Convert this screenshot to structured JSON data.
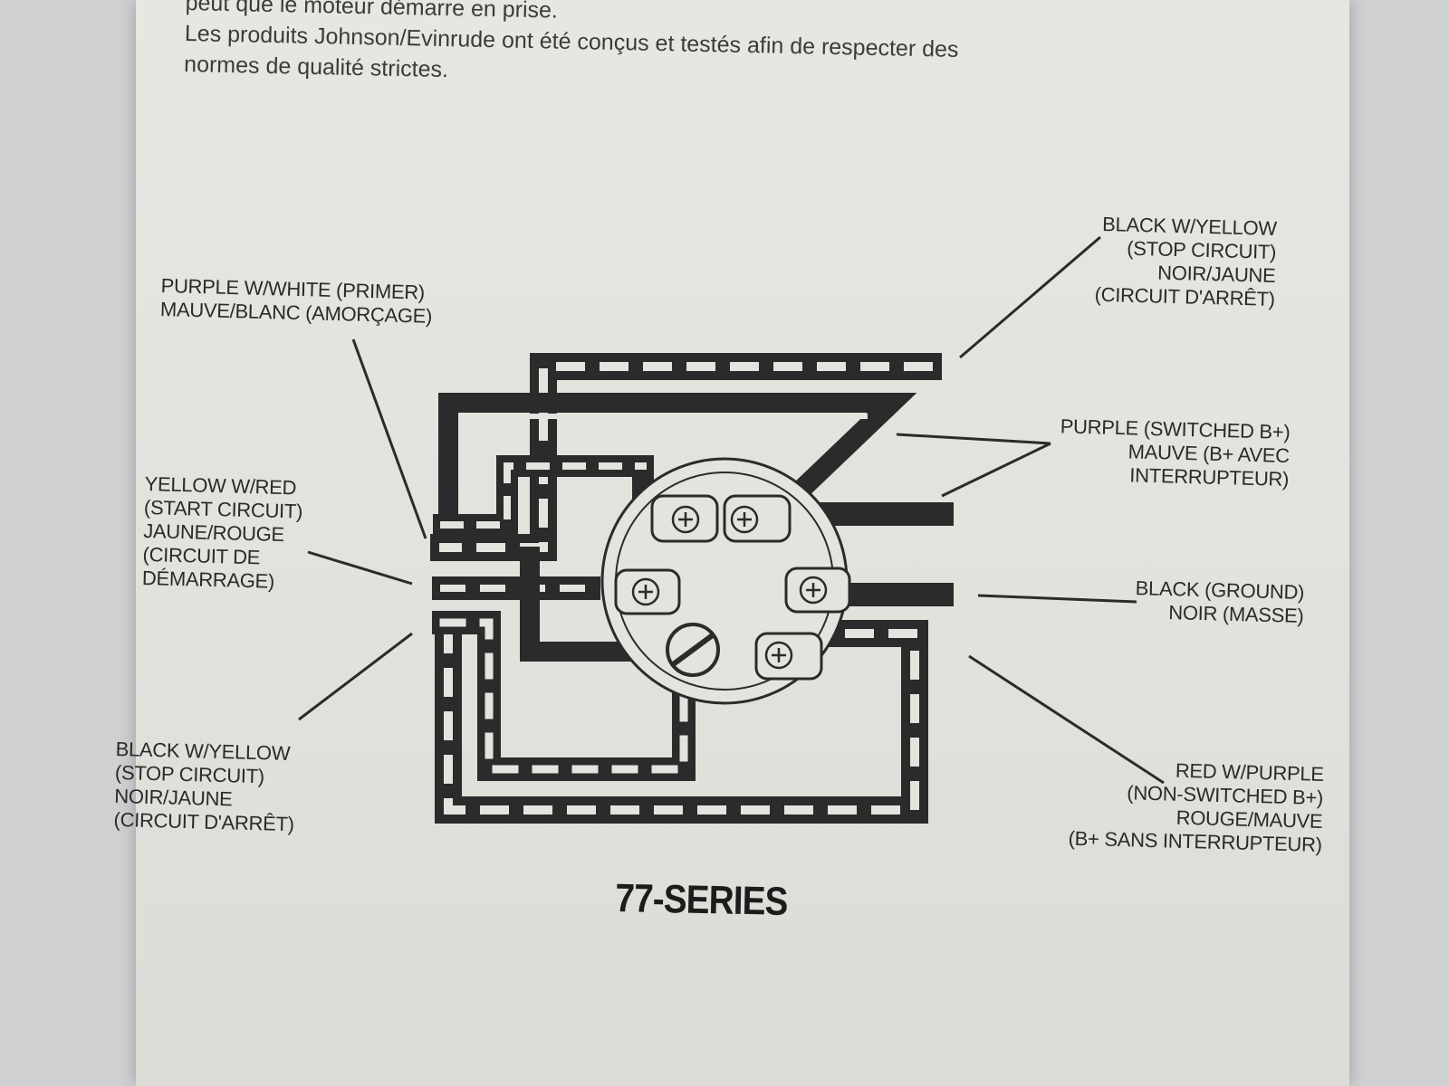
{
  "intro": {
    "line1": "peut que le moteur démarre en prise.",
    "line2": "Les produits Johnson/Evinrude ont été conçus et testés afin de respecter des",
    "line3": "normes de qualité strictes."
  },
  "labels": {
    "purple_white": [
      "PURPLE W/WHITE (PRIMER)",
      "MAUVE/BLANC (AMORÇAGE)"
    ],
    "yellow_red": [
      "YELLOW W/RED",
      "(START CIRCUIT)",
      "JAUNE/ROUGE",
      "(CIRCUIT DE",
      "DÉMARRAGE)"
    ],
    "black_yellow_left": [
      "BLACK W/YELLOW",
      "(STOP CIRCUIT)",
      "NOIR/JAUNE",
      "(CIRCUIT D'ARRÊT)"
    ],
    "black_yellow_right": [
      "BLACK W/YELLOW",
      "(STOP CIRCUIT)",
      "NOIR/JAUNE",
      "(CIRCUIT D'ARRÊT)"
    ],
    "purple": [
      "PURPLE (SWITCHED B+)",
      "MAUVE (B+ AVEC",
      "INTERRUPTEUR)"
    ],
    "black_ground": [
      "BLACK (GROUND)",
      "NOIR (MASSE)"
    ],
    "red_purple": [
      "RED W/PURPLE",
      "(NON-SWITCHED B+)",
      "ROUGE/MAUVE",
      "(B+ SANS INTERRUPTEUR)"
    ]
  },
  "series_title": "77-SERIES",
  "colors": {
    "ink": "#2b2b2b",
    "paper": "#e4e3de",
    "background": "#cfd1d2"
  }
}
